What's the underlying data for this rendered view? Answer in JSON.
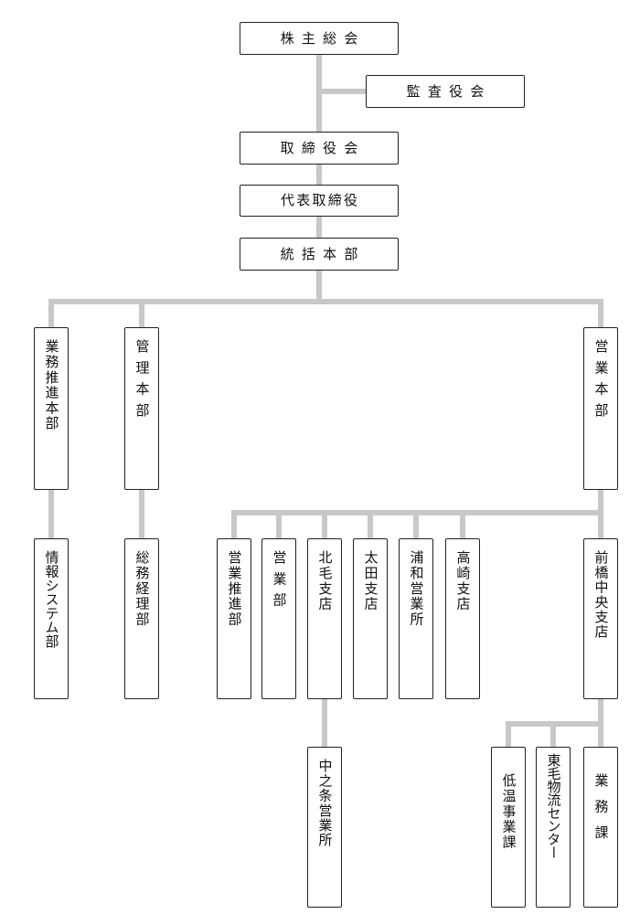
{
  "org_chart": {
    "shareholders_meeting": "株主総会",
    "audit_board": "監査役会",
    "board_of_directors": "取締役会",
    "representative_director": "代表取締役",
    "general_headquarters": "統括本部",
    "business_promotion_hq": "業務推進本部",
    "administration_hq": "管理本部",
    "sales_hq": "営業本部",
    "information_systems_dept": "情報システム部",
    "general_affairs_accounting_dept": "総務経理部",
    "sales_promotion_dept": "営業推進部",
    "sales_dept": "営業部",
    "kitamo_branch": "北毛支店",
    "ota_branch": "太田支店",
    "urawa_sales_office": "浦和営業所",
    "takasaki_branch": "高崎支店",
    "maebashi_central_branch": "前橋中央支店",
    "nakanojo_sales_office": "中之条営業所",
    "low_temp_business_section": "低温事業課",
    "tomo_logistics_center": "東毛物流センター",
    "business_section": "業務課"
  }
}
